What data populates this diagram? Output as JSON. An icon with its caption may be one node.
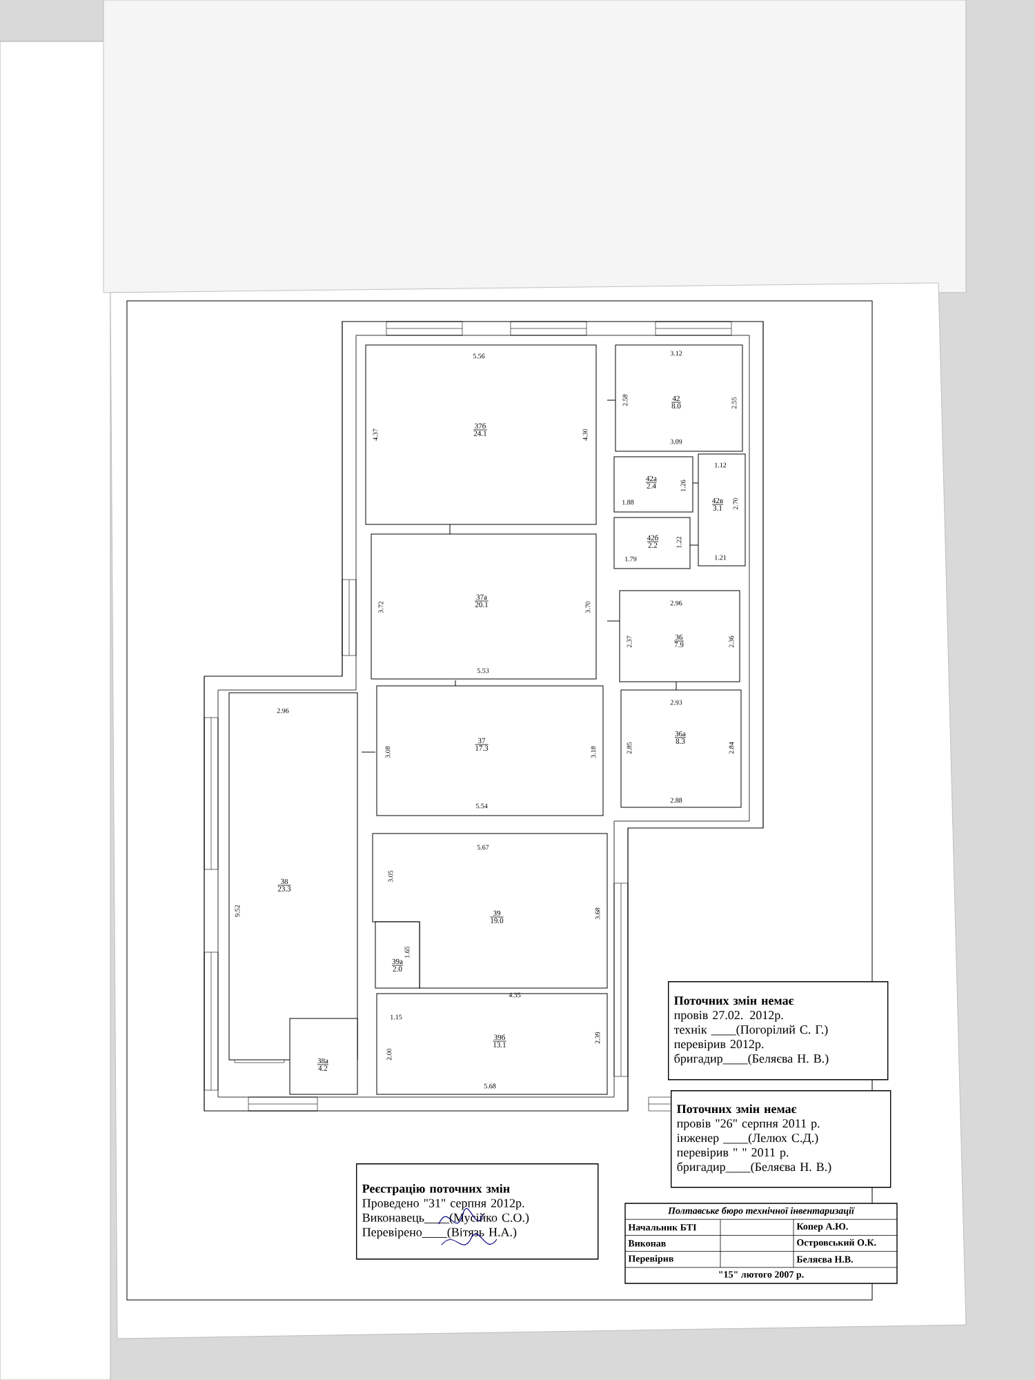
{
  "diagram": {
    "nodes": [
      {
        "text": [
          "37б",
          "24.1"
        ]
      },
      {
        "text": [
          "42",
          "8.0"
        ]
      },
      {
        "text": [
          "42а",
          "2.4"
        ]
      },
      {
        "text": [
          "42в",
          "3.1"
        ]
      },
      {
        "text": [
          "42б",
          "2.2"
        ]
      },
      {
        "text": [
          "37а",
          "20.1"
        ]
      },
      {
        "text": [
          "36",
          "7.9"
        ]
      },
      {
        "text": [
          "37",
          "17.3"
        ]
      },
      {
        "text": [
          "36а",
          "8.3"
        ]
      },
      {
        "text": [
          "38",
          "23.3"
        ]
      },
      {
        "text": [
          "39",
          "19.0"
        ]
      },
      {
        "text": [
          "39а",
          "2.0"
        ]
      },
      {
        "text": [
          "39б",
          "13.1"
        ]
      },
      {
        "text": [
          "38а",
          "4.2"
        ]
      },
      {
        "text": [
          "Поточних змін немає",
          "провів 27.02. 2012р.",
          "технік ____(Погорілий С. Г.)",
          "перевірив 2012р.",
          "бригадир____(Беляєва Н. В.)"
        ]
      },
      {
        "text": [
          "Поточних змін немає",
          "провів \"26\" серпня 2011 р.",
          "інженер ____(Лелюх С.Д.)",
          "перевірив \" \" 2011 р.",
          "бригадир____(Беляєва Н. В.)"
        ]
      },
      {
        "text": [
          "Реєстрацію поточних змін",
          "Проведено \"31\" серпня 2012р.",
          "Виконавець____(Мусійко С.О.)",
          "Перевірено____(Вітязь Н.А.)"
        ]
      },
      {
        "text": [
          "Полтавське бюро технічної інвентаризації",
          "Начальник БТІ",
          "Копер А.Ю.",
          "Виконав",
          "Островський О.К.",
          "Перевірив",
          "Беляєва Н.В.",
          "\"15\" лютого 2007 р."
        ]
      }
    ],
    "labels": [
      "5.56",
      "4.37",
      "4.30",
      "3.12",
      "2.58",
      "2.55",
      "3.09",
      "1.12",
      "1.26",
      "1.88",
      "2.70",
      "1.22",
      "1.79",
      "1.21",
      "3.72",
      "3.70",
      "2.96",
      "2.37",
      "2.36",
      "5.53",
      "2.96",
      "2.93",
      "3.08",
      "3.18",
      "2.85",
      "2.84",
      "2.88",
      "5.54",
      "5.67",
      "3.05",
      "9.52",
      "3.68",
      "1.65",
      "4.35",
      "1.15",
      "2.39",
      "2.00",
      "5.68"
    ]
  }
}
